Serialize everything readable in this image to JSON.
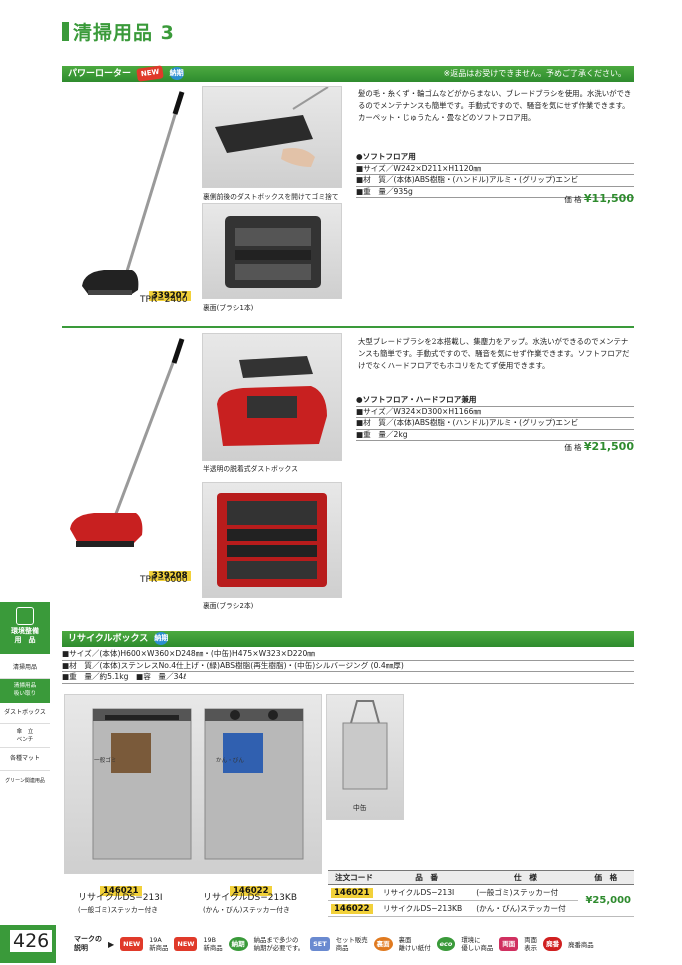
{
  "page_title": "清掃用品 3",
  "page_number": "426",
  "sidebar": {
    "category": "環境整備\n用　品",
    "items": [
      "清掃用品",
      "清掃用品\n吸い取り",
      "ダストボックス",
      "傘　立\nベンチ",
      "各種マット",
      "グリーン関連用品"
    ]
  },
  "section1": {
    "title": "パワーローター",
    "badges": [
      "NEW",
      "納期"
    ],
    "notice": "※返品はお受けできません。予めご了承ください。",
    "product1": {
      "description": "髪の毛・糸くず・輪ゴムなどがからまない、ブレードブラシを使用。水洗いができるのでメンテナンスも簡単です。手動式ですので、騒音を気にせず作業できます。カーペット・じゅうたん・畳などのソフトフロア用。",
      "floor_type": "●ソフトフロア用",
      "size": "■サイズ／W242×D211×H1120㎜",
      "material": "■材　質／(本体)ABS樹脂・(ハンドル)アルミ・(グリップ)エンビ",
      "weight": "■重　量／935g",
      "price_label": "価 格",
      "price": "¥11,500",
      "code": "339207",
      "model": "TPR−2400",
      "caption_top": "裏側前後のダストボックスを開けてゴミ捨て",
      "caption_bottom": "裏面(ブラシ1本)"
    },
    "product2": {
      "description": "大型ブレードブラシを2本搭載し、集塵力をアップ。水洗いができるのでメンテナンスも簡単です。手動式ですので、騒音を気にせず作業できます。ソフトフロアだけでなくハードフロアでもホコリをたてず使用できます。",
      "floor_type": "●ソフトフロア・ハードフロア兼用",
      "size": "■サイズ／W324×D300×H1166㎜",
      "material": "■材　質／(本体)ABS樹脂・(ハンドル)アルミ・(グリップ)エンビ",
      "weight": "■重　量／2kg",
      "price_label": "価 格",
      "price": "¥21,500",
      "code": "339208",
      "model": "TPR−6000",
      "caption_top": "半透明の脱着式ダストボックス",
      "caption_bottom": "裏面(ブラシ2本)"
    }
  },
  "section2": {
    "title": "リサイクルボックス",
    "badges": [
      "納期"
    ],
    "size": "■サイズ／(本体)H600×W360×D248㎜・(中缶)H475×W323×D220㎜",
    "material": "■材　質／(本体)ステンレスNo.4仕上げ・(緑)ABS樹脂(再生樹脂)・(中缶)シルバージング (0.4㎜厚)",
    "weight_capacity": "■重　量／約5.1kg　■容　量／34ℓ",
    "bin1_label": "一般ゴミ",
    "bin2_label": "かん・びん",
    "inner_caption": "中缶",
    "item1": {
      "code": "146021",
      "model": "リサイクルDS−213I",
      "caption": "(一般ゴミ)ステッカー付き"
    },
    "item2": {
      "code": "146022",
      "model": "リサイクルDS−213KB",
      "caption": "(かん・びん)ステッカー付き"
    },
    "table": {
      "headers": [
        "注文コード",
        "品　番",
        "仕　様",
        "価　格"
      ],
      "rows": [
        {
          "code": "146021",
          "model": "リサイクルDS−213I",
          "spec": "(一般ゴミ)ステッカー付"
        },
        {
          "code": "146022",
          "model": "リサイクルDS−213KB",
          "spec": "(かん・びん)ステッカー付"
        }
      ],
      "price": "¥25,000"
    }
  },
  "legend": {
    "title": "マークの\n説明",
    "items": [
      {
        "icon": "NEW",
        "text": "19A\n新商品"
      },
      {
        "icon": "NEW",
        "text": "19B\n新商品"
      },
      {
        "icon": "納期",
        "text": "納品まで多少の\n納期が必要です。"
      },
      {
        "icon": "SET",
        "text": "セット販売\n商品"
      },
      {
        "icon": "裏面",
        "text": "裏面\n離けい紙付"
      },
      {
        "icon": "eco",
        "text": "環境に\n優しい商品"
      },
      {
        "icon": "両面",
        "text": "両面\n表示"
      },
      {
        "icon": "廃番",
        "text": "廃番商品"
      }
    ]
  },
  "colors": {
    "accent": "#3a9a3a",
    "code_bg": "#f2d13a",
    "price": "#2e8b2e"
  }
}
